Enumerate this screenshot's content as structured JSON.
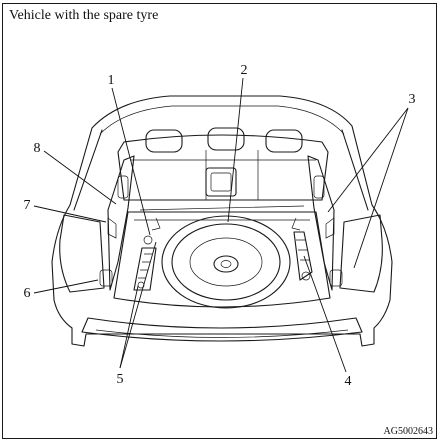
{
  "figure": {
    "title": "Vehicle with the spare tyre",
    "image_code": "AG5002643"
  },
  "callouts": [
    {
      "id": "1",
      "label": "1"
    },
    {
      "id": "2",
      "label": "2"
    },
    {
      "id": "3",
      "label": "3"
    },
    {
      "id": "4",
      "label": "4"
    },
    {
      "id": "5",
      "label": "5"
    },
    {
      "id": "6",
      "label": "6"
    },
    {
      "id": "7",
      "label": "7"
    },
    {
      "id": "8",
      "label": "8"
    }
  ]
}
